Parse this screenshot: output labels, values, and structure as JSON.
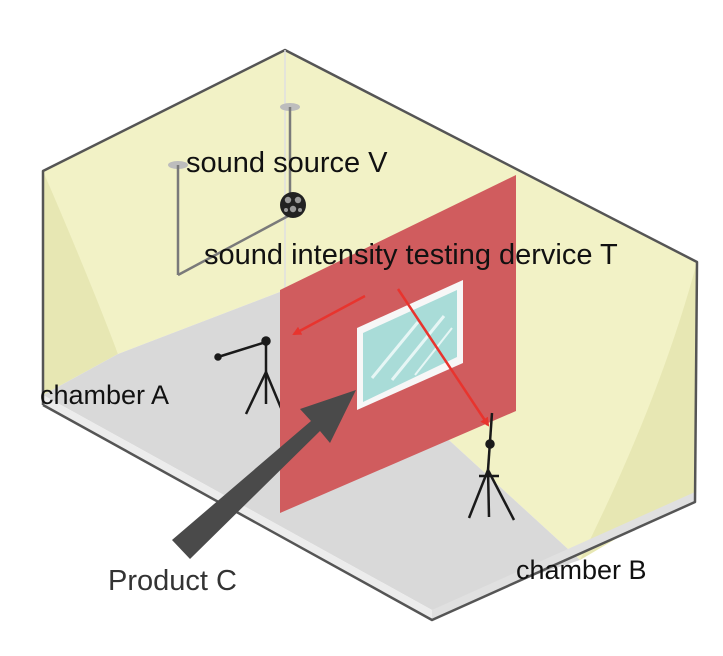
{
  "labels": {
    "sound_source": "sound source V",
    "testing_device": "sound intensity testing dervice T",
    "chamber_a": "chamber A",
    "chamber_b": "chamber B",
    "product": "Product  C"
  },
  "colors": {
    "room_outline": "#555555",
    "wall": "#f2f2c6",
    "wall_edge": "#e4e4ae",
    "floor": "#d9d9d9",
    "partition": "#d05c5e",
    "window_frame": "#f7f7f7",
    "window_glass": "#a9dcd8",
    "arrow_big": "#4a4a4a",
    "arrow_pointer": "#e8342e",
    "tripod": "#1a1a1a",
    "pole": "#7a7a7a",
    "mount": "#bdbdbd",
    "speaker": "#222222"
  },
  "icons": {
    "sound_source": "dodecahedron-speaker-icon",
    "device_a": "tripod-microphone-icon",
    "device_b": "tripod-microphone-icon"
  }
}
